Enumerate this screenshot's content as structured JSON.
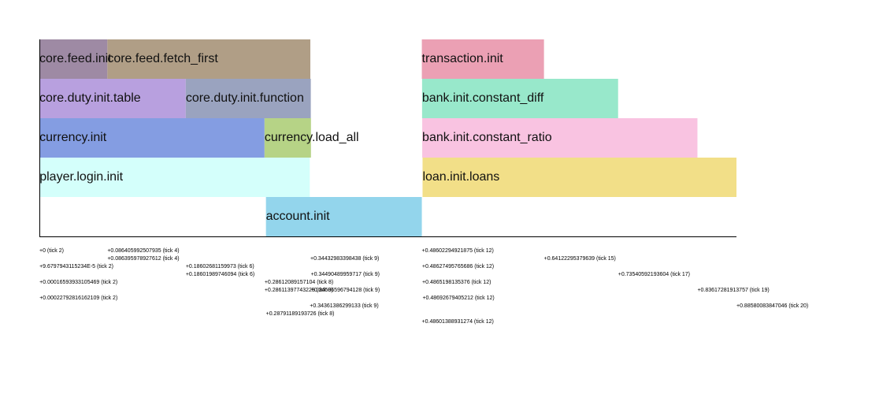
{
  "chart_data": {
    "type": "timeline",
    "title": "",
    "xlabel": "",
    "ylabel": "",
    "xlim": [
      0,
      0.8858
    ],
    "grid": false,
    "legend": "none",
    "bars": [
      {
        "label": "core.feed.init",
        "lane": 0,
        "start": 0.0,
        "end": 0.0864,
        "color": "#9e8aa4"
      },
      {
        "label": "core.feed.fetch_first",
        "lane": 0,
        "start": 0.0864,
        "end": 0.3443,
        "color": "#b09e86"
      },
      {
        "label": "transaction.init",
        "lane": 0,
        "start": 0.486,
        "end": 0.6412,
        "color": "#eba0b4"
      },
      {
        "label": "core.duty.init.table",
        "lane": 1,
        "start": 9.7e-06,
        "end": 0.186,
        "color": "#b8a0df"
      },
      {
        "label": "core.duty.init.function",
        "lane": 1,
        "start": 0.186,
        "end": 0.3449,
        "color": "#9aa3bf"
      },
      {
        "label": "bank.init.constant_diff",
        "lane": 1,
        "start": 0.4863,
        "end": 0.7354,
        "color": "#98e8cb"
      },
      {
        "label": "currency.init",
        "lane": 2,
        "start": 0.000166,
        "end": 0.2861,
        "color": "#849de2"
      },
      {
        "label": "currency.load_all",
        "lane": 2,
        "start": 0.2861,
        "end": 0.3451,
        "color": "#b6d386"
      },
      {
        "label": "bank.init.constant_ratio",
        "lane": 2,
        "start": 0.4865,
        "end": 0.8362,
        "color": "#f9c3e1"
      },
      {
        "label": "player.login.init",
        "lane": 3,
        "start": 0.000228,
        "end": 0.3436,
        "color": "#d4fffb"
      },
      {
        "label": "loan.init.loans",
        "lane": 3,
        "start": 0.4869,
        "end": 0.8858,
        "color": "#f2df88"
      },
      {
        "label": "account.init",
        "lane": 4,
        "start": 0.2879,
        "end": 0.486,
        "color": "#93d5ec"
      }
    ],
    "tick_labels": [
      {
        "text": "+0 (tick 2)",
        "value": 0.0,
        "row": 0
      },
      {
        "text": "+9.679794311​5234E-5 (tick 2)",
        "value": 9.68e-05,
        "row": 2
      },
      {
        "text": "+0.00016593933105469 (tick 2)",
        "value": 0.000166,
        "row": 4
      },
      {
        "text": "+0.00022792816162109 (tick 2)",
        "value": 0.000228,
        "row": 6
      },
      {
        "text": "+0.086405992507935 (tick 4)",
        "value": 0.0864,
        "row": 0
      },
      {
        "text": "+0.086395978927612 (tick 4)",
        "value": 0.0864,
        "row": 1
      },
      {
        "text": "+0.18602681159973 (tick 6)",
        "value": 0.186,
        "row": 2
      },
      {
        "text": "+0.18601989746094 (tick 6)",
        "value": 0.186,
        "row": 3
      },
      {
        "text": "+0.28612089157104 (tick 8)",
        "value": 0.2861,
        "row": 4
      },
      {
        "text": "+0.28611397743225 (tick 8)",
        "value": 0.2861,
        "row": 5
      },
      {
        "text": "+0.28791189193726 (tick 8)",
        "value": 0.2879,
        "row": 8
      },
      {
        "text": "+0.34432983398438 (tick 9)",
        "value": 0.3443,
        "row": 1
      },
      {
        "text": "+0.34490489959717 (tick 9)",
        "value": 0.3449,
        "row": 3
      },
      {
        "text": "+0.34506596794128 (tick 9)",
        "value": 0.3451,
        "row": 5
      },
      {
        "text": "+0.34361386299133 (tick 9)",
        "value": 0.3436,
        "row": 7
      },
      {
        "text": "+0.48602294921875 (tick 12)",
        "value": 0.486,
        "row": 0
      },
      {
        "text": "+0.48627495765686 (tick 12)",
        "value": 0.4863,
        "row": 2
      },
      {
        "text": "+0.48651981353​76 (tick 12)",
        "value": 0.4865,
        "row": 4
      },
      {
        "text": "+0.48692679405212 (tick 12)",
        "value": 0.4869,
        "row": 6
      },
      {
        "text": "+0.48601388931274 (tick 12)",
        "value": 0.486,
        "row": 9
      },
      {
        "text": "+0.64122295379639 (tick 15)",
        "value": 0.6412,
        "row": 1
      },
      {
        "text": "+0.73540592193604 (tick 17)",
        "value": 0.7354,
        "row": 3
      },
      {
        "text": "+0.83617281913757 (tick 19)",
        "value": 0.8362,
        "row": 5
      },
      {
        "text": "+0.88580083847046 (tick 20)",
        "value": 0.8858,
        "row": 7
      }
    ]
  }
}
